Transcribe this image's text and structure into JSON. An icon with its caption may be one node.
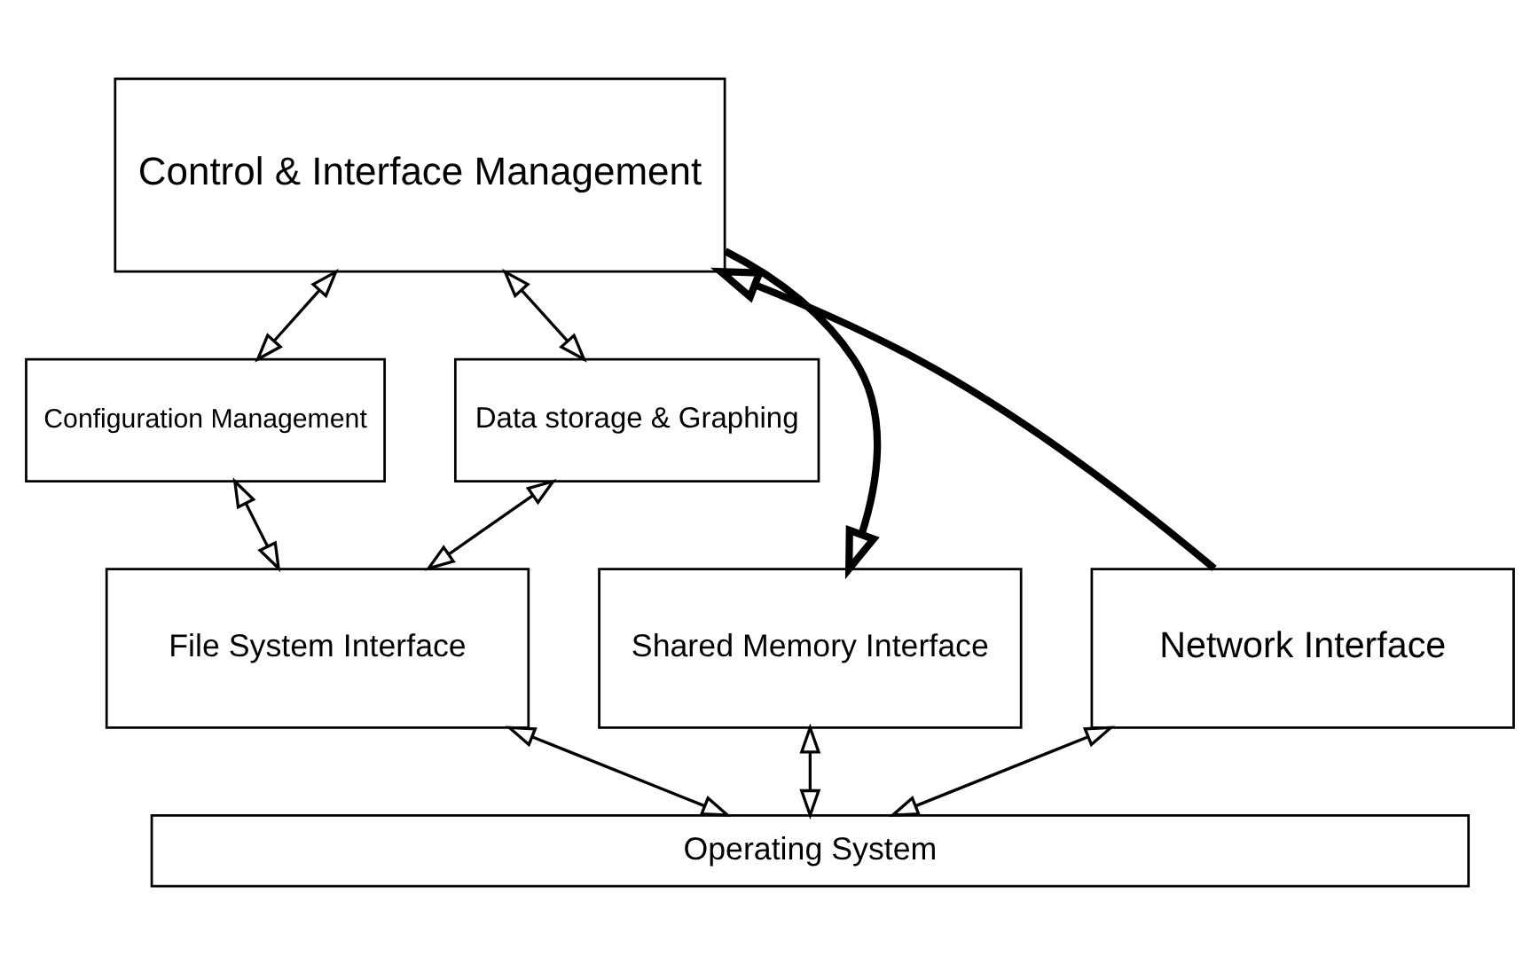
{
  "diagram": {
    "nodes": [
      {
        "text": [
          "Control & Interface Management"
        ]
      },
      {
        "text": [
          "Configuration Management"
        ]
      },
      {
        "text": [
          "Data storage & Graphing"
        ]
      },
      {
        "text": [
          "Network Interface"
        ]
      },
      {
        "text": [
          "File System Interface"
        ]
      },
      {
        "text": [
          "Shared Memory Interface"
        ]
      },
      {
        "text": [
          "Operating System"
        ]
      }
    ],
    "edges": [
      {
        "from": 0,
        "to": 1,
        "arrow": "both"
      },
      {
        "from": 0,
        "to": 2,
        "arrow": "both"
      },
      {
        "from": 1,
        "to": 4,
        "arrow": "both"
      },
      {
        "from": 2,
        "to": 4,
        "arrow": "both"
      },
      {
        "from": 3,
        "to": 6,
        "arrow": "both"
      },
      {
        "from": 4,
        "to": 6,
        "arrow": "both"
      },
      {
        "from": 5,
        "to": 6,
        "arrow": "both"
      },
      {
        "from": 3,
        "to": 0,
        "arrow": "to",
        "style": "thick"
      },
      {
        "from": 0,
        "to": 5,
        "arrow": "to",
        "style": "thick"
      }
    ]
  }
}
